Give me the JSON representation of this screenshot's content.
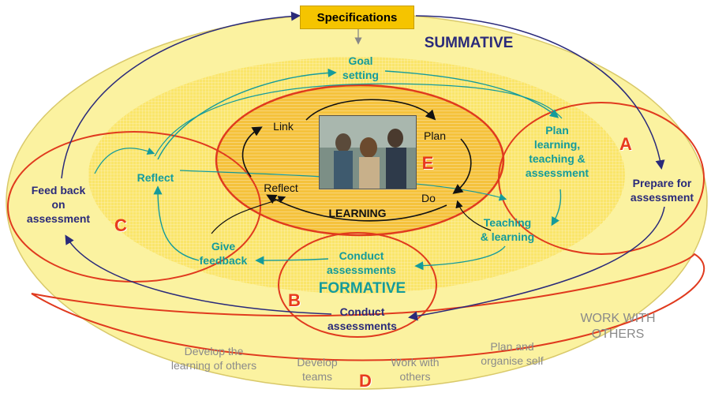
{
  "specifications": "Specifications",
  "summative": "SUMMATIVE",
  "formative": "FORMATIVE",
  "learning": "LEARNING",
  "work_with_others_heading": "WORK WITH\nOTHERS",
  "cycle_inner": {
    "link": "Link",
    "plan": "Plan",
    "do": "Do",
    "reflect": "Reflect"
  },
  "formative_cycle": {
    "goal_setting": "Goal\nsetting",
    "plan_learning": "Plan\nlearning,\nteaching &\nassessment",
    "teaching_learning": "Teaching\n& learning",
    "conduct_formative": "Conduct\nassessments",
    "give_feedback": "Give\nfeedback",
    "reflect": "Reflect"
  },
  "summative_cycle": {
    "prepare": "Prepare for\nassessment",
    "conduct": "Conduct\nassessments",
    "feed_back": "Feed back\non\nassessment"
  },
  "bottom_items": {
    "develop_learning": "Develop the\nlearning of others",
    "develop_teams": "Develop\nteams",
    "work_with_others": "Work with\nothers",
    "plan_organise": "Plan and\norganise self"
  },
  "letters": {
    "a": "A",
    "b": "B",
    "c": "C",
    "d": "D",
    "e": "E"
  },
  "colors": {
    "outer_fill": "#fbf2a0",
    "middle_fill": "#fae56a",
    "inner_fill": "#f5c23c",
    "ring_red": "#e03a1e",
    "teal": "#149b9b",
    "navy": "#2a2a7a",
    "spec_box": "#f5c400"
  }
}
